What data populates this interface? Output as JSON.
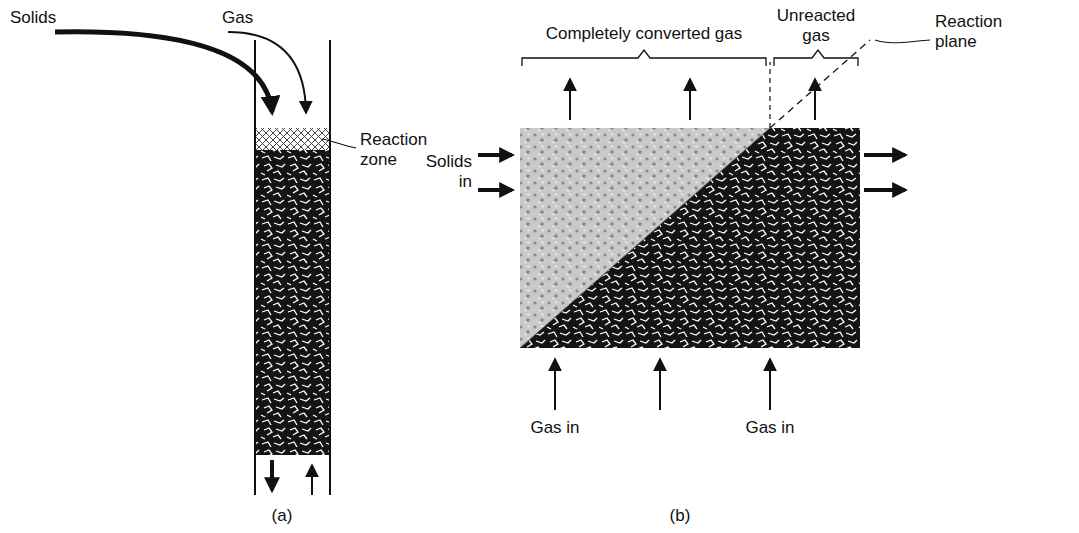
{
  "diagram": {
    "labels": [
      "Solids",
      "Gas",
      "Reaction zone",
      "(a)",
      "Completely converted gas",
      "Unreacted gas",
      "Reaction plane",
      "Solids in",
      "Gas in",
      "Gas in",
      "(b)"
    ]
  }
}
